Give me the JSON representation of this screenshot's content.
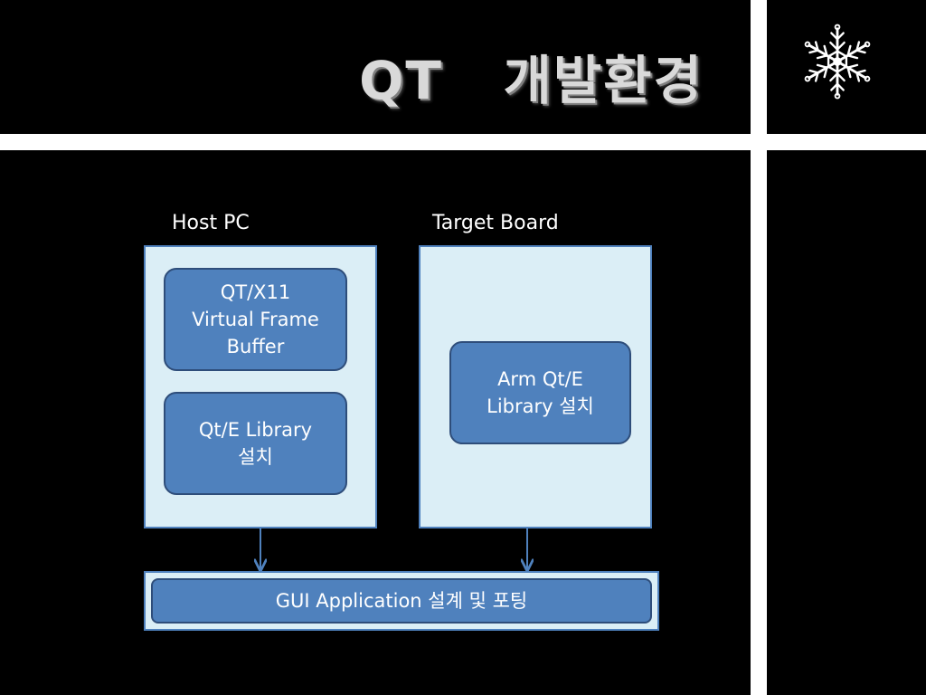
{
  "slide": {
    "title": "QT   개발환경",
    "colors": {
      "background": "#000000",
      "divider": "#ffffff",
      "box_fill": "#dbeef6",
      "box_border": "#4f81bd",
      "node_fill": "#4f81bd",
      "node_border": "#2e4d7a",
      "title_text": "#d9d9d9"
    }
  },
  "diagram": {
    "host_label": "Host PC",
    "target_label": "Target Board",
    "host_nodes": [
      {
        "lines": [
          "QT/X11",
          "Virtual Frame",
          "Buffer"
        ]
      },
      {
        "lines": [
          "Qt/E Library",
          "설치"
        ]
      }
    ],
    "target_nodes": [
      {
        "lines": [
          "Arm Qt/E",
          "Library 설치"
        ]
      }
    ],
    "output_node": {
      "label": "GUI Application 설계 및 포팅"
    },
    "edges": [
      {
        "from": "Host PC",
        "to": "GUI Application 설계 및 포팅"
      },
      {
        "from": "Target Board",
        "to": "GUI Application 설계 및 포팅"
      }
    ]
  },
  "icons": {
    "corner": "snowflake-icon"
  }
}
